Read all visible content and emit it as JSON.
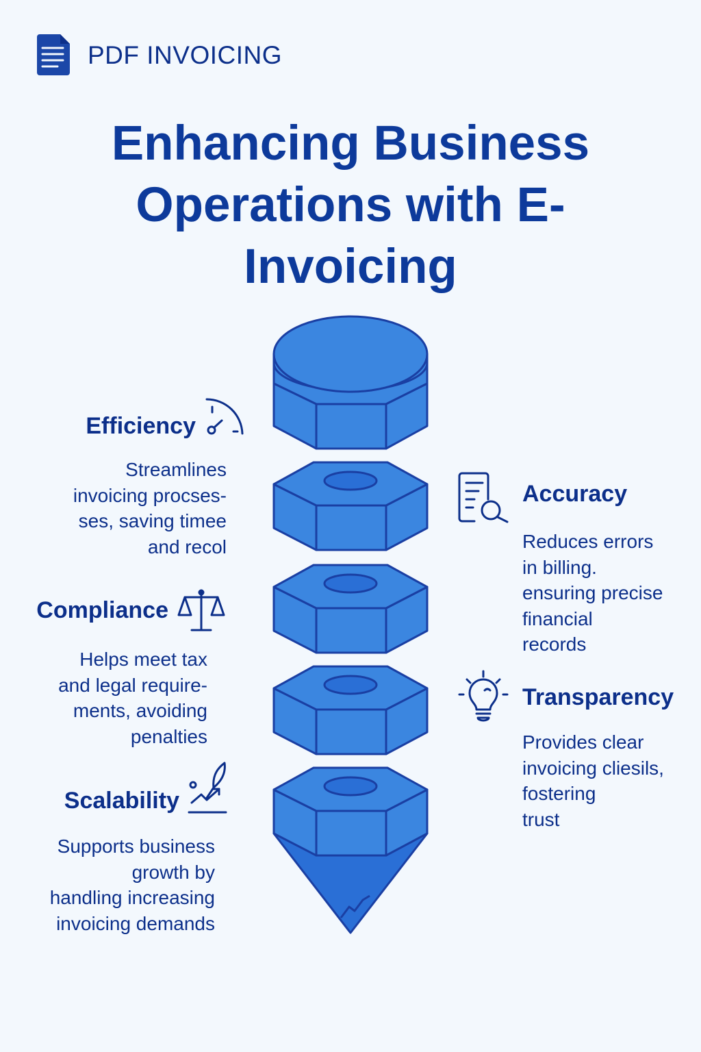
{
  "header": {
    "brand": "PDF INVOICING",
    "icon": "document-icon"
  },
  "title": {
    "lines": [
      "Enhancing Business",
      "Operations with E-",
      "Invoicing"
    ]
  },
  "colors": {
    "text": "#0c2f8a",
    "shape_fill": "#3b86e0",
    "shape_stroke": "#1a3fa3",
    "background": "#f3f8fd"
  },
  "features": {
    "efficiency": {
      "title": "Efficiency",
      "icon": "speedometer-icon",
      "lines": [
        "Streamlines",
        "invoicing procses-",
        "ses, saving timee",
        "and recol"
      ]
    },
    "compliance": {
      "title": "Compliance",
      "icon": "scales-icon",
      "lines": [
        "Helps meet tax",
        "and legal require-",
        "ments, avoiding",
        "penalties"
      ]
    },
    "scalability": {
      "title": "Scalability",
      "icon": "growth-chart-icon",
      "lines": [
        "Supports business",
        "growth by",
        "handling increasing",
        "invoicing demands"
      ]
    },
    "accuracy": {
      "title": "Accuracy",
      "icon": "document-search-icon",
      "lines": [
        "Reduces errors",
        "in billing.",
        "ensuring precise",
        "financial",
        "records"
      ]
    },
    "transparency": {
      "title": "Transparency",
      "icon": "lightbulb-icon",
      "lines": [
        "Provides clear",
        "invoicing cliesils,",
        "fostering",
        "trust"
      ]
    }
  }
}
